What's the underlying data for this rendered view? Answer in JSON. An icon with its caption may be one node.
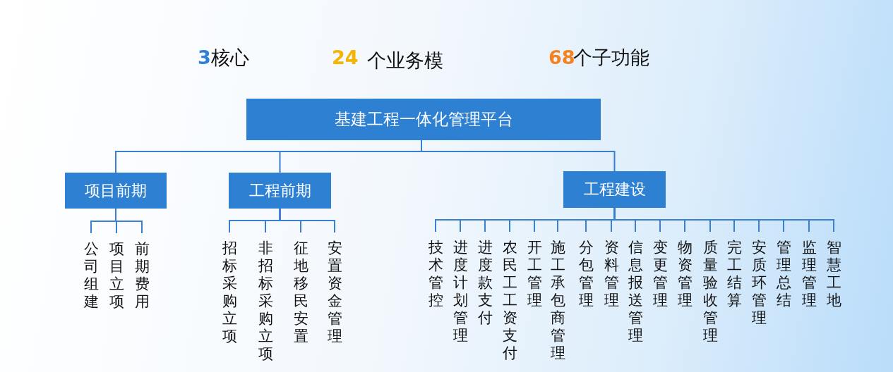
{
  "diagram": {
    "nodes": [
      {
        "text": [
          "基建工程一体化管理平台"
        ]
      },
      {
        "text": [
          "项目前期"
        ]
      },
      {
        "text": [
          "工程前期"
        ]
      },
      {
        "text": [
          "工程建设"
        ]
      },
      {
        "text": [
          "公司组建"
        ]
      },
      {
        "text": [
          "项目立项"
        ]
      },
      {
        "text": [
          "前期费用"
        ]
      },
      {
        "text": [
          "招标采购立项"
        ]
      },
      {
        "text": [
          "非招标采购立项"
        ]
      },
      {
        "text": [
          "征地移民安置"
        ]
      },
      {
        "text": [
          "安置资金管理"
        ]
      },
      {
        "text": [
          "技术管控"
        ]
      },
      {
        "text": [
          "进度计划管理"
        ]
      },
      {
        "text": [
          "进度款支付"
        ]
      },
      {
        "text": [
          "农民工工资支付"
        ]
      },
      {
        "text": [
          "开工管理"
        ]
      },
      {
        "text": [
          "施工承包商管理"
        ]
      },
      {
        "text": [
          "分包管理"
        ]
      },
      {
        "text": [
          "资料管理"
        ]
      },
      {
        "text": [
          "信息报送管理"
        ]
      },
      {
        "text": [
          "变更管理"
        ]
      },
      {
        "text": [
          "物资管理"
        ]
      },
      {
        "text": [
          "质量验收管理"
        ]
      },
      {
        "text": [
          "完工结算"
        ]
      },
      {
        "text": [
          "安质环管理"
        ]
      },
      {
        "text": [
          "管理总结"
        ]
      },
      {
        "text": [
          "监理管理"
        ]
      },
      {
        "text": [
          "智慧工地"
        ]
      }
    ],
    "edges": [
      {
        "from": 0,
        "to": 1,
        "arrow": "none"
      },
      {
        "from": 0,
        "to": 2,
        "arrow": "none"
      },
      {
        "from": 0,
        "to": 3,
        "arrow": "none"
      },
      {
        "from": 1,
        "to": 4,
        "arrow": "none"
      },
      {
        "from": 1,
        "to": 5,
        "arrow": "none"
      },
      {
        "from": 1,
        "to": 6,
        "arrow": "none"
      },
      {
        "from": 2,
        "to": 7,
        "arrow": "none"
      },
      {
        "from": 2,
        "to": 8,
        "arrow": "none"
      },
      {
        "from": 2,
        "to": 9,
        "arrow": "none"
      },
      {
        "from": 2,
        "to": 10,
        "arrow": "none"
      },
      {
        "from": 3,
        "to": 11,
        "arrow": "none"
      },
      {
        "from": 3,
        "to": 12,
        "arrow": "none"
      },
      {
        "from": 3,
        "to": 13,
        "arrow": "none"
      },
      {
        "from": 3,
        "to": 14,
        "arrow": "none"
      },
      {
        "from": 3,
        "to": 15,
        "arrow": "none"
      },
      {
        "from": 3,
        "to": 16,
        "arrow": "none"
      },
      {
        "from": 3,
        "to": 17,
        "arrow": "none"
      },
      {
        "from": 3,
        "to": 18,
        "arrow": "none"
      },
      {
        "from": 3,
        "to": 19,
        "arrow": "none"
      },
      {
        "from": 3,
        "to": 20,
        "arrow": "none"
      },
      {
        "from": 3,
        "to": 21,
        "arrow": "none"
      },
      {
        "from": 3,
        "to": 22,
        "arrow": "none"
      },
      {
        "from": 3,
        "to": 23,
        "arrow": "none"
      },
      {
        "from": 3,
        "to": 24,
        "arrow": "none"
      },
      {
        "from": 3,
        "to": 25,
        "arrow": "none"
      },
      {
        "from": 3,
        "to": 26,
        "arrow": "none"
      },
      {
        "from": 3,
        "to": 27,
        "arrow": "none"
      }
    ],
    "labels": [
      "3",
      "核心",
      "24",
      "个业务模",
      "68",
      "个子功能"
    ]
  }
}
